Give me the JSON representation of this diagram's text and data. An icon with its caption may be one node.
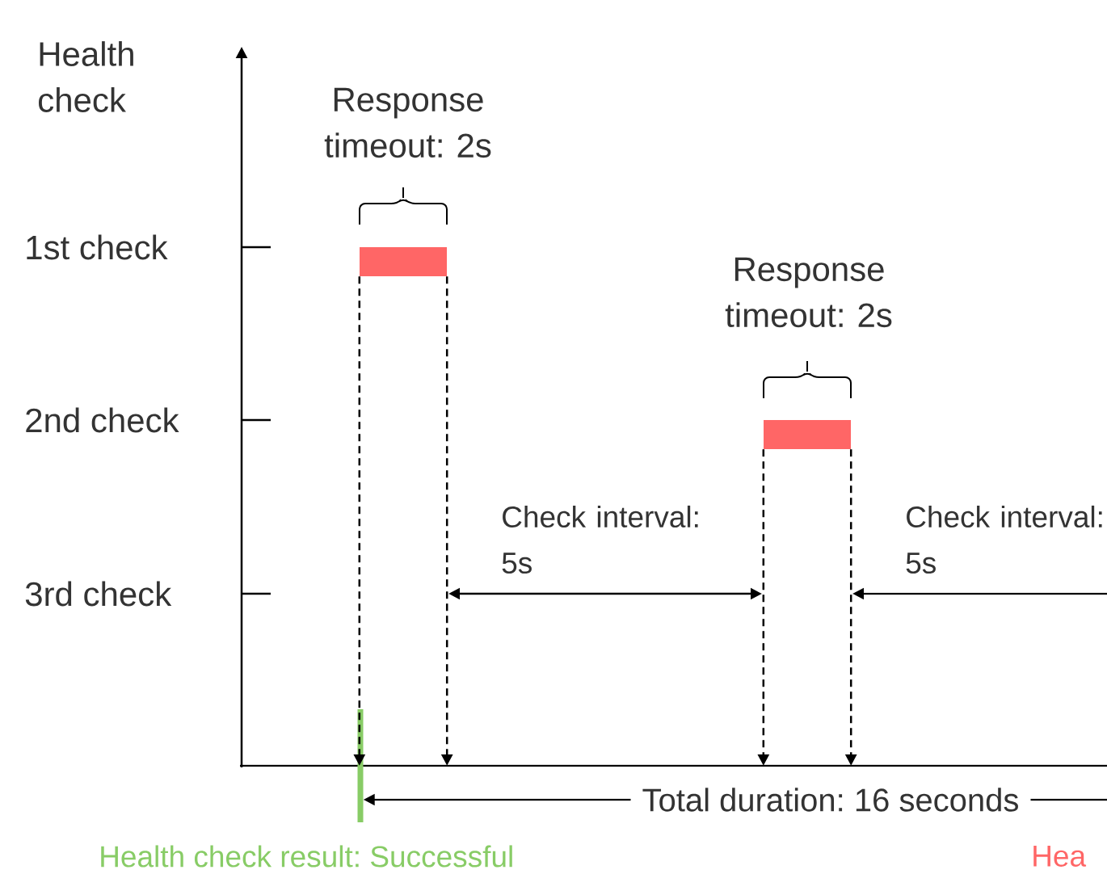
{
  "diagram": {
    "nodes": [
      {
        "text": [],
        "shape": "bar",
        "beside": [
          "Response timeout: 2s"
        ]
      },
      {
        "text": [],
        "shape": "bar",
        "beside": [
          "Response timeout: 2s"
        ]
      },
      {
        "text": [],
        "shape": "bar",
        "beside": [
          "Health check result: Successful"
        ]
      }
    ],
    "edges": [
      {
        "from": 0,
        "to": 2,
        "arrow": "to",
        "style": "dashed"
      },
      {
        "from": 0,
        "to": null,
        "arrow": "to",
        "style": "dashed"
      },
      {
        "from": 1,
        "to": null,
        "arrow": "to",
        "style": "dashed"
      },
      {
        "from": 1,
        "to": null,
        "arrow": "to",
        "style": "dashed"
      },
      {
        "from": null,
        "to": 2,
        "arrow": "to",
        "label": "Total duration: 16 seconds"
      }
    ],
    "labels": [
      "Health check",
      "1st check",
      "2nd check",
      "Check interval: 5s",
      "Check interval: 5s",
      "3rd check",
      "Hea"
    ]
  }
}
